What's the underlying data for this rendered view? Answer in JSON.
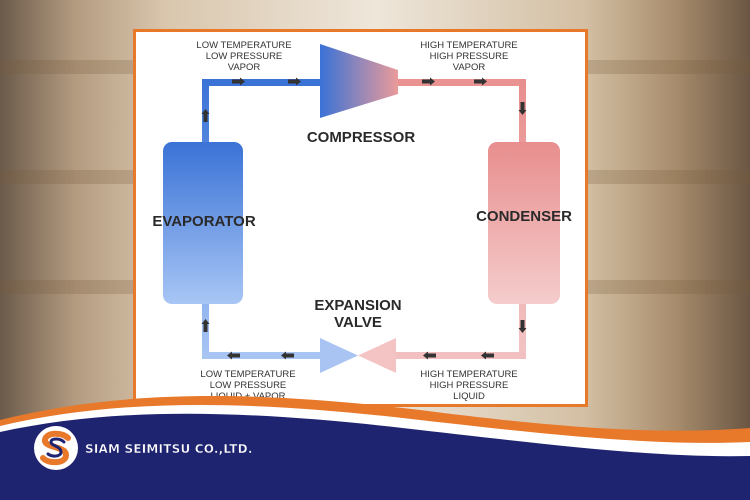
{
  "diagram": {
    "labels": {
      "top_left": "LOW TEMPERATURE\nLOW PRESSURE\nVAPOR",
      "top_right": "HIGH TEMPERATURE\nHIGH PRESSURE\nVAPOR",
      "bottom_left": "LOW TEMPERATURE\nLOW PRESSURE\nLIQUID + VAPOR",
      "bottom_right": "HIGH TEMPERATURE\nHIGH PRESSURE\nLIQUID"
    },
    "components": {
      "compressor": "COMPRESSOR",
      "evaporator": "EVAPORATOR",
      "condenser": "CONDENSER",
      "expansion_valve": "EXPANSION\nVALVE"
    },
    "colors": {
      "cold": "#3a78d8",
      "hot": "#e58a8a",
      "frame": "#e8782a"
    }
  },
  "brand": {
    "company": "SIAM SEIMITSU CO.,LTD.",
    "colors": {
      "navy": "#1f2470",
      "orange": "#e8782a"
    }
  }
}
